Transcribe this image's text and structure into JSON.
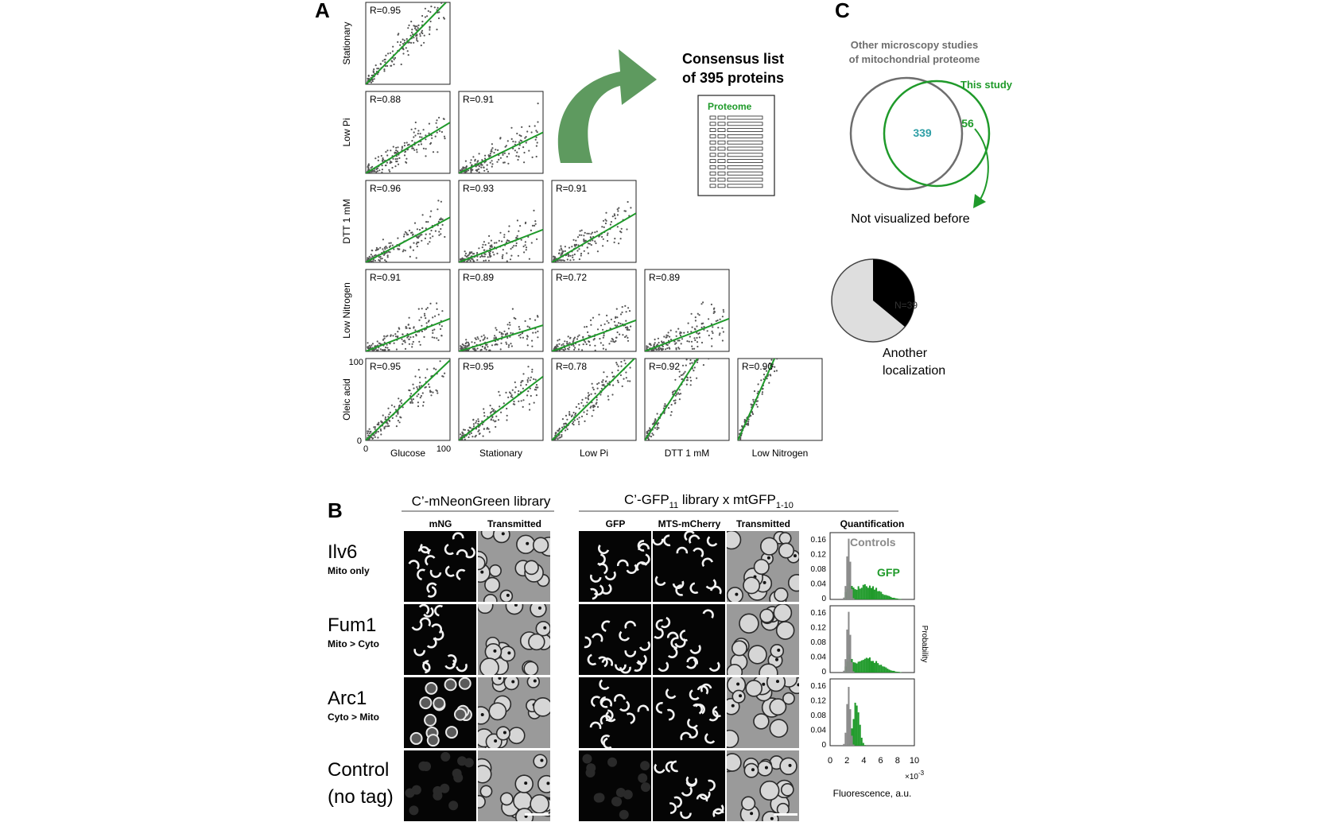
{
  "panel_a": {
    "label": "A",
    "row_labels": [
      "Stationary",
      "Low Pi",
      "DTT 1 mM",
      "Low Nitrogen",
      "Oleic acid"
    ],
    "col_labels": [
      "Glucose",
      "Stationary",
      "Low Pi",
      "DTT 1 mM",
      "Low Nitrogen"
    ],
    "axis_ticks": {
      "x_min": "0",
      "x_max": "100",
      "y_min": "0",
      "y_max": "100"
    },
    "arrow_text_line1": "Consensus list",
    "arrow_text_line2": "of 395 proteins",
    "proteome_label": "Proteome"
  },
  "chart_data": {
    "type": "scatter",
    "rows": [
      "Stationary",
      "Low Pi",
      "DTT 1 mM",
      "Low Nitrogen",
      "Oleic acid"
    ],
    "cols": [
      "Glucose",
      "Stationary",
      "Low Pi",
      "DTT 1 mM",
      "Low Nitrogen"
    ],
    "xlim": [
      0,
      100
    ],
    "ylim": [
      0,
      100
    ],
    "points_per_panel": 160,
    "panels": [
      {
        "row": 0,
        "col": 0,
        "r": "R=0.95",
        "slope": 1.05
      },
      {
        "row": 1,
        "col": 0,
        "r": "R=0.88",
        "slope": 0.62
      },
      {
        "row": 1,
        "col": 1,
        "r": "R=0.91",
        "slope": 0.5
      },
      {
        "row": 2,
        "col": 0,
        "r": "R=0.96",
        "slope": 0.55
      },
      {
        "row": 2,
        "col": 1,
        "r": "R=0.93",
        "slope": 0.4
      },
      {
        "row": 2,
        "col": 2,
        "r": "R=0.91",
        "slope": 0.6
      },
      {
        "row": 3,
        "col": 0,
        "r": "R=0.91",
        "slope": 0.4
      },
      {
        "row": 3,
        "col": 1,
        "r": "R=0.89",
        "slope": 0.32
      },
      {
        "row": 3,
        "col": 2,
        "r": "R=0.72",
        "slope": 0.38
      },
      {
        "row": 3,
        "col": 3,
        "r": "R=0.89",
        "slope": 0.4
      },
      {
        "row": 4,
        "col": 0,
        "r": "R=0.95",
        "slope": 0.98
      },
      {
        "row": 4,
        "col": 1,
        "r": "R=0.95",
        "slope": 0.78
      },
      {
        "row": 4,
        "col": 2,
        "r": "R=0.78",
        "slope": 1.02
      },
      {
        "row": 4,
        "col": 3,
        "r": "R=0.92",
        "slope": 1.6
      },
      {
        "row": 4,
        "col": 4,
        "r": "R=0.90",
        "slope": 2.3
      }
    ]
  },
  "panel_c": {
    "label": "C",
    "other_line1": "Other microscopy studies",
    "other_line2": "of mitochondrial proteome",
    "this_study": "This study",
    "overlap_count": "339",
    "new_count": "56",
    "not_visualized": "Not visualized before",
    "pie_label": "N=39",
    "pie_fraction_black": 0.36,
    "another_line1": "Another",
    "another_line2": "localization",
    "colors": {
      "gray": "#6e6e6e",
      "green": "#1f9a2a",
      "teal": "#2f9fa6",
      "pie_black": "#000000",
      "pie_gray": "#dedede"
    }
  },
  "panel_b": {
    "label": "B",
    "lib1_title": "C’-mNeonGreen library",
    "lib2_title_main": "C’-GFP",
    "lib2_title_sub1": "11",
    "lib2_title_mid": " library x mtGFP",
    "lib2_title_sub2": "1-10",
    "cols": [
      "mNG",
      "Transmitted",
      "GFP",
      "MTS-mCherry",
      "Transmitted",
      "Quantification"
    ],
    "rows": [
      {
        "name": "Ilv6",
        "sub": "Mito only"
      },
      {
        "name": "Fum1",
        "sub": "Mito > Cyto"
      },
      {
        "name": "Arc1",
        "sub": "Cyto > Mito"
      },
      {
        "name": "Control",
        "sub": "(no tag)"
      }
    ],
    "hist_y_ticks": [
      "0.16",
      "0.12",
      "0.08",
      "0.04",
      "0"
    ],
    "hist_x_ticks": [
      "0",
      "2",
      "4",
      "6",
      "8",
      "10"
    ],
    "hist_x_exp": "×10",
    "hist_x_exp_power": "-3",
    "hist_xlabel": "Fluorescence, a.u.",
    "hist_ylabel": "Probability",
    "legend_controls": "Controls",
    "legend_gfp": "GFP"
  }
}
